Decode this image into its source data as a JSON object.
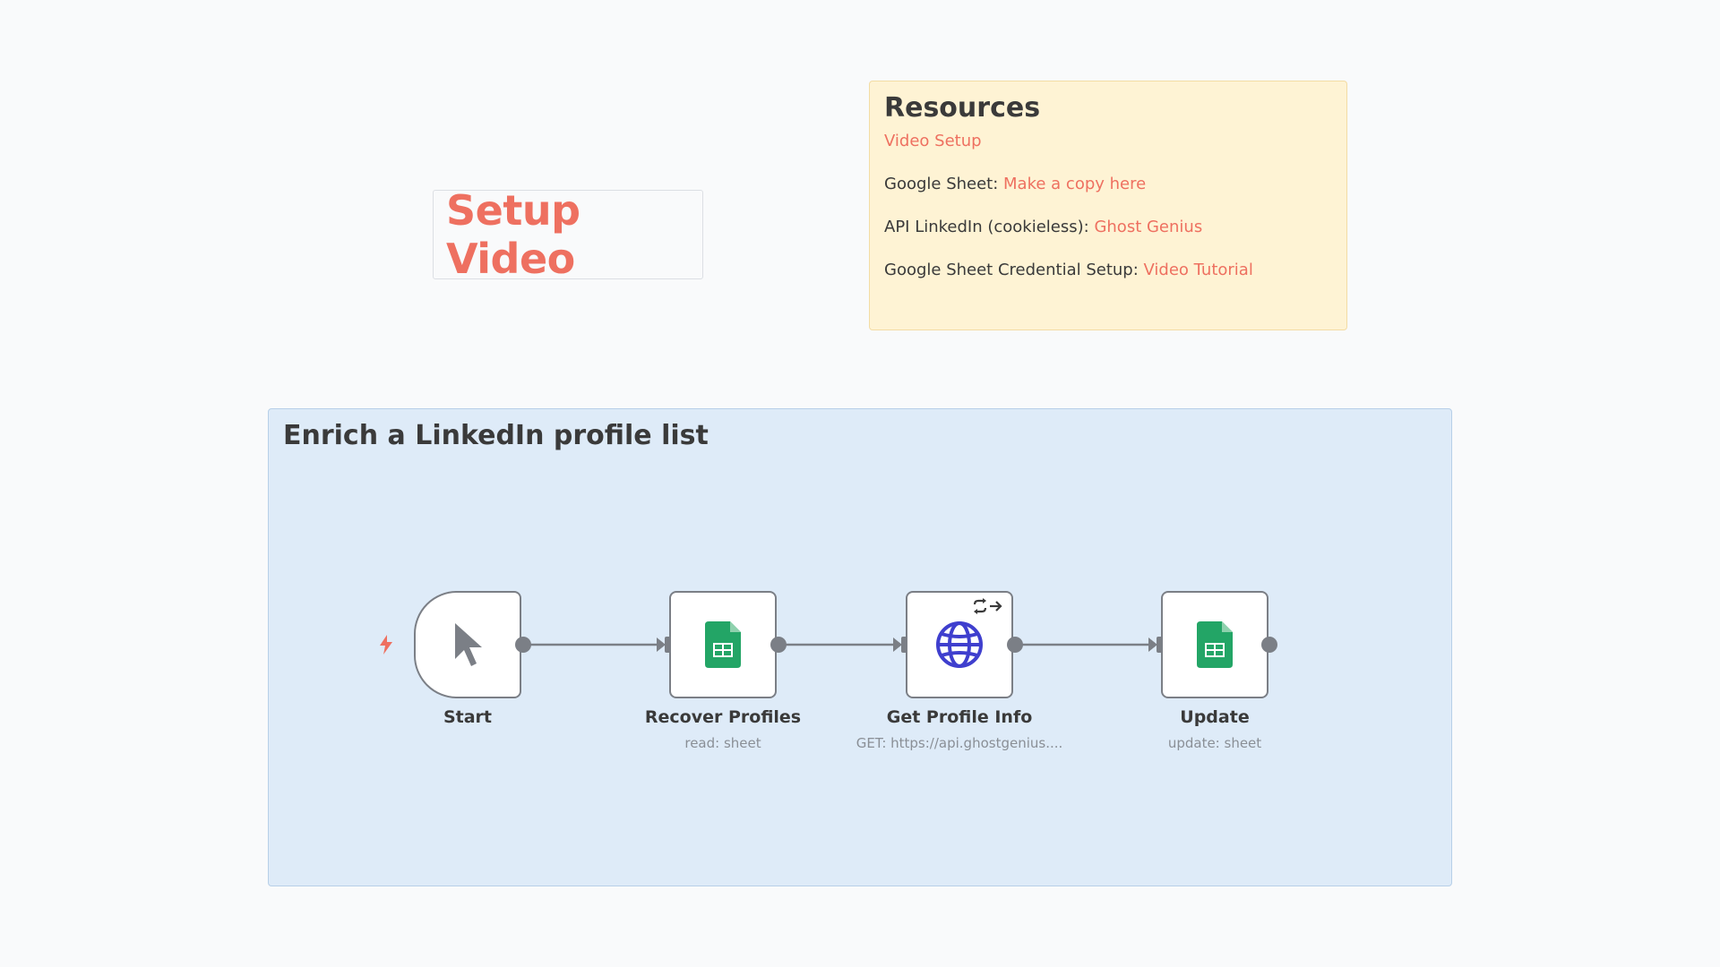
{
  "setup_video": {
    "title": "Setup Video"
  },
  "resources": {
    "title": "Resources",
    "video_setup_link": "Video Setup",
    "sheet_label": "Google Sheet: ",
    "sheet_link": "Make a copy here",
    "api_label": "API LinkedIn (cookieless): ",
    "api_link": "Ghost Genius",
    "credential_label": "Google Sheet Credential Setup: ",
    "credential_link": "Video Tutorial"
  },
  "group": {
    "title": "Enrich a LinkedIn profile list"
  },
  "nodes": [
    {
      "label": "Start",
      "subtitle": ""
    },
    {
      "label": "Recover Profiles",
      "subtitle": "read: sheet"
    },
    {
      "label": "Get Profile Info",
      "subtitle": "GET: https://api.ghostgenius...."
    },
    {
      "label": "Update",
      "subtitle": "update: sheet"
    }
  ],
  "colors": {
    "accent": "#ee7060",
    "sheets_green": "#23a566",
    "globe_blue": "#3f3fce",
    "node_border": "#7b7f86"
  },
  "icons": {
    "start": "cursor-icon",
    "recover": "google-sheets-icon",
    "get_profile": "globe-icon",
    "update": "google-sheets-icon",
    "trigger_marker": "lightning-icon",
    "loop_badge": "loop-arrow-icon"
  }
}
